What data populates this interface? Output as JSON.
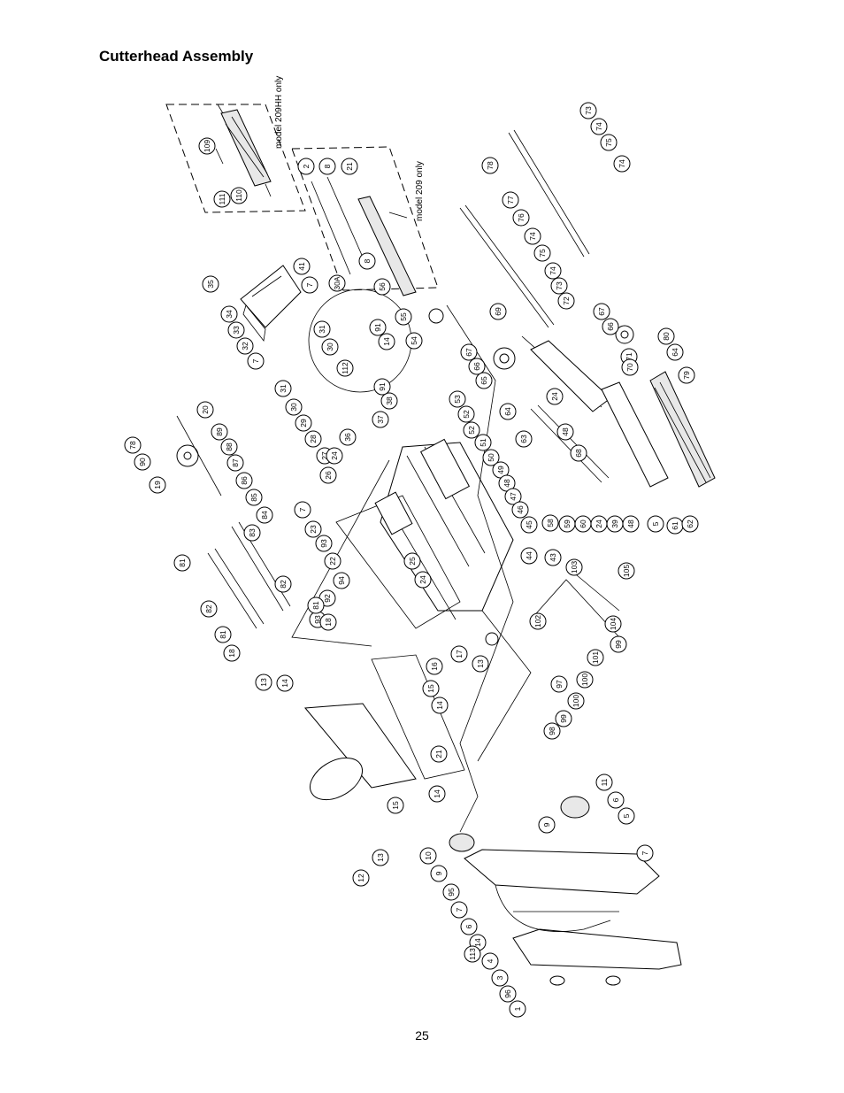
{
  "page": {
    "title": "Cutterhead Assembly",
    "page_number": "25"
  },
  "notes": {
    "model_209hh": "model 209HH only",
    "model_209": "model 209 only"
  },
  "callouts": [
    "109",
    "110",
    "111",
    "2",
    "8",
    "21",
    "8",
    "56",
    "55",
    "54",
    "35",
    "41",
    "7",
    "34",
    "33",
    "32",
    "7",
    "30A",
    "31",
    "30",
    "91",
    "14",
    "112",
    "31",
    "30",
    "29",
    "28",
    "27",
    "37",
    "36",
    "38",
    "91",
    "53",
    "52",
    "52",
    "51",
    "50",
    "49",
    "48",
    "47",
    "46",
    "45",
    "44",
    "43",
    "24",
    "26",
    "23",
    "7",
    "93",
    "22",
    "94",
    "92",
    "93",
    "25",
    "24",
    "20",
    "78",
    "90",
    "19",
    "89",
    "88",
    "87",
    "86",
    "85",
    "84",
    "83",
    "81",
    "82",
    "82",
    "81",
    "81",
    "18",
    "18",
    "73",
    "74",
    "75",
    "74",
    "78",
    "77",
    "76",
    "74",
    "75",
    "74",
    "73",
    "72",
    "69",
    "67",
    "66",
    "65",
    "64",
    "63",
    "67",
    "66",
    "71",
    "80",
    "64",
    "79",
    "70",
    "24",
    "48",
    "68",
    "58",
    "59",
    "60",
    "24",
    "39",
    "48",
    "5",
    "61",
    "62",
    "105",
    "103",
    "104",
    "102",
    "99",
    "101",
    "100",
    "97",
    "100",
    "99",
    "98",
    "16",
    "15",
    "14",
    "13",
    "14",
    "21",
    "15",
    "14",
    "13",
    "12",
    "17",
    "13",
    "11",
    "6",
    "5",
    "9",
    "10",
    "9",
    "7",
    "7",
    "95",
    "6",
    "14",
    "113",
    "4",
    "3",
    "96",
    "1"
  ]
}
